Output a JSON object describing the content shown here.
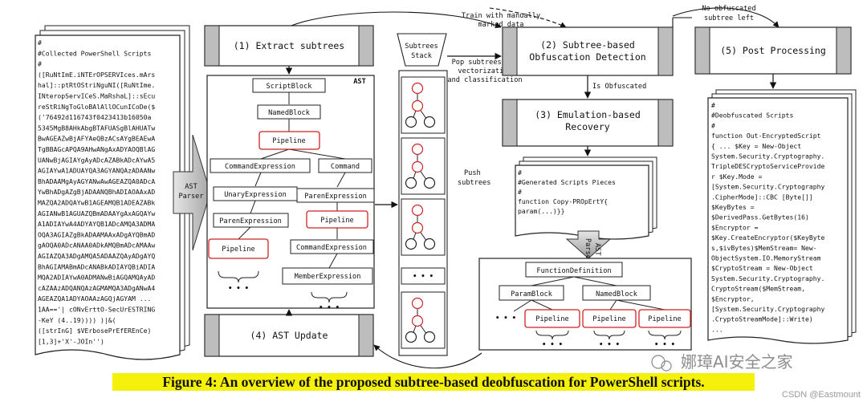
{
  "caption": "Figure 4: An overview of the proposed subtree-based deobfuscation for PowerShell scripts.",
  "colors": {
    "caption_highlight": "#f5f10a",
    "red_node": "#d22222",
    "header_fill": "#bdbdbd"
  },
  "stages": {
    "extract": "(1) Extract subtrees",
    "detection_1": "(2) Subtree-based",
    "detection_2": "Obfuscation Detection",
    "emulation_1": "(3) Emulation-based",
    "emulation_2": "Recovery",
    "ast_update": "(4) AST Update",
    "post": "(5) Post Processing"
  },
  "annotations": {
    "train_1": "Train with manually",
    "train_2": "marked data",
    "no_obf_1": "No obfuscated",
    "no_obf_2": "subtree left",
    "pop_1": "Pop subtrees for",
    "pop_2": "vectorization",
    "pop_3": "and classification",
    "is_obfuscated": "Is Obfuscated",
    "push_1": "Push",
    "push_2": "subtrees",
    "stack_1": "Subtrees",
    "stack_2": "Stack",
    "ast_label": "AST",
    "ast_parser_1": "AST",
    "ast_parser_2": "Parser",
    "ast_parser2_1": "AST",
    "ast_parser2_2": "Parser",
    "dots": "• • •"
  },
  "ast_nodes": {
    "scriptblock": "ScriptBlock",
    "namedblock": "NamedBlock",
    "pipeline": "Pipeline",
    "command_expression": "CommandExpression",
    "command": "Command",
    "unary_expression": "UnaryExpression",
    "paren_expression": "ParenExpression",
    "member_expression": "MemberExpression",
    "function_definition": "FunctionDefinition",
    "param_block": "ParamBlock"
  },
  "collected_scripts": [
    "#",
    "#Collected PowerShell Scripts",
    "#",
    "([RuNtImE.iNTErOPSERVIces.mArs",
    "hal]::ptRtOStriNguNI([RuNtIme.",
    "INteropServICeS.MaRshaL]::sEcu",
    "reStRiNgToGloBAlAllOCunICoDe($",
    "('76492d116743f0423413b16050a",
    "5345MgB8AHkAbgBTAFUASgBlAHUATw",
    "BwAGEAZwBjAFYAeQBzACsAYgBEAEwA",
    "TgBBAGcAPQA9AHwANgAxADYAOQBlAG",
    "UANwBjAGIAYgAyADcAZABkADcAYwA5",
    "AGIAYwA1ADUAYQA3AGYANQAzADAANw",
    "BhADAAMgAyAGYANwAwAGEAZQA0ADcA",
    "YwBhADgAZgBjADAANQBhADIAOAAxAD",
    "MAZQA2ADQAYwB1AGEAMQB1ADEAZABk",
    "AGIANwB1AGUAZQBmADAAYgAxAGQAYw",
    "A1ADIAYwA4ADYAYQB1ADcAMQA3ADMA",
    "OQA3AGIAZgBkADAAMAAxADgAYQBmAD",
    "gAOQA0ADcANAA0ADkAMQBmADcAMAAw",
    "AGIAZQA3ADgAMQA5ADAAZQAyADgAYQ",
    "BhAGIAMABmADcANABkADIAYQBiADIA",
    "MQA2ADIAYwA0ADMANwBiAGQAMQAyAD",
    "cAZAAzADQANQAzAGMAMQA3ADgANwA4",
    "AGEAZQA1ADYAOAAzAGQjAGYAM ...",
    "1AA=='| cONvErttO-SecUrESTRING",
    "-KeY (4..19)))) )|&(",
    "([strInG] $VErbosePrEfEREnCe)",
    "[1,3]+'X'-JOIn'')"
  ],
  "generated_pieces": [
    "#",
    "#Generated Scripts Pieces",
    "#",
    "function Copy-PROpErtY{",
    "param(...)}}"
  ],
  "deobfuscated_scripts": [
    "#",
    "#Deobfuscated Scripts",
    "#",
    "function Out-EncryptedScript",
    "{ ... $Key = New-Object",
    "System.Security.Cryptography.",
    "TripleDESCryptoServiceProvide",
    "r $Key.Mode =",
    "[System.Security.Cryptography",
    ".CipherMode]::CBC [Byte[]]",
    "$KeyBytes =",
    "$DerivedPass.GetBytes(16)",
    "$Encryptor =",
    "$Key.CreateEncryptor($KeyByte",
    "s,$ivBytes)$MemStream= New-",
    "ObjectSystem.IO.MemoryStream",
    "$CryptoStream = New-Object",
    "System.Security.Cryptography.",
    "CryptoStream($MemStream,",
    "$Encryptor,",
    "[System.Security.Cryptography",
    ".CryptoStreamMode]::Write)",
    "..."
  ],
  "watermarks": {
    "wechat": "娜璋AI安全之家",
    "csdn": "CSDN @Eastmount"
  }
}
